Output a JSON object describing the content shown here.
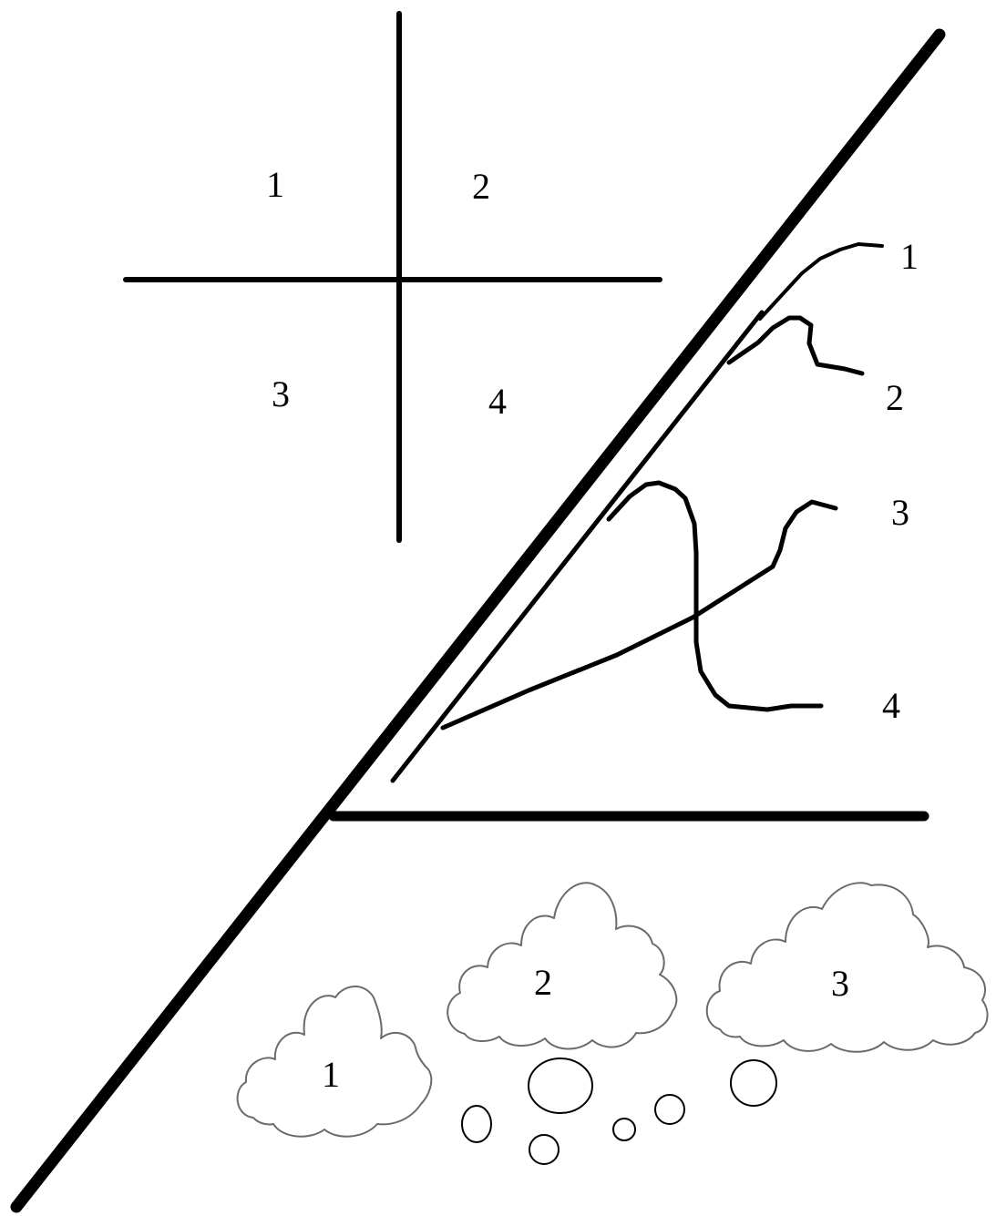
{
  "colors": {
    "ink": "#000000",
    "cloud_outline": "#6b6b6b",
    "background": "#ffffff"
  },
  "quadrant_labels": [
    "1",
    "2",
    "3",
    "4"
  ],
  "branch_labels": [
    "1",
    "2",
    "3",
    "4"
  ],
  "cloud_labels": [
    "1",
    "2",
    "3"
  ]
}
